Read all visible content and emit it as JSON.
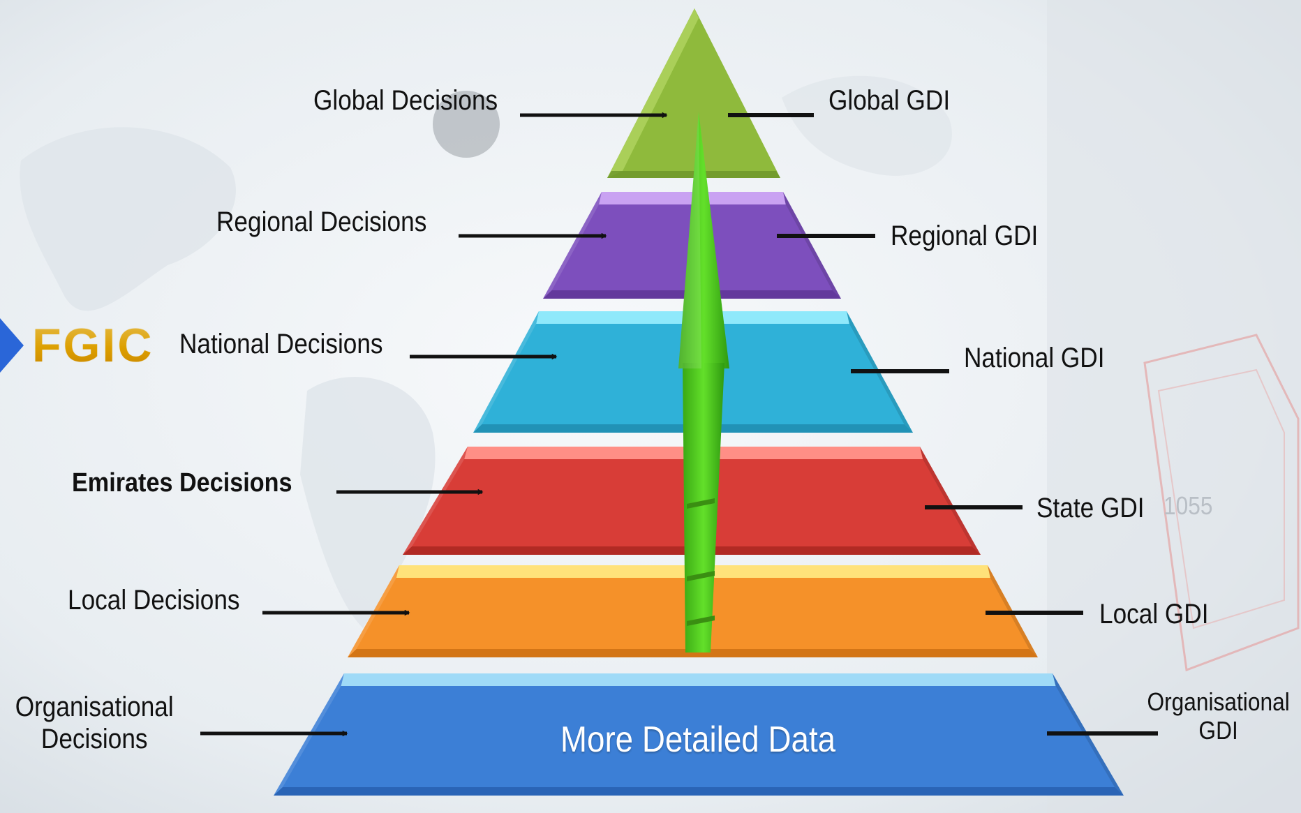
{
  "highlight": {
    "label": "FGIC",
    "color": "#f2b400",
    "marker_color": "#2a66d8"
  },
  "levels": [
    {
      "id": "global",
      "left": "Global Decisions",
      "right": "Global GDI",
      "color": "#8fba3c",
      "light": "#b5d865",
      "dark": "#6c9529"
    },
    {
      "id": "regional",
      "left": "Regional Decisions",
      "right": "Regional GDI",
      "color": "#7d4fbd",
      "light": "#c9a2f2",
      "dark": "#5e3596"
    },
    {
      "id": "national",
      "left": "National Decisions",
      "right": "National GDI",
      "color": "#2fb1d8",
      "light": "#8fe9fb",
      "dark": "#1f8db0"
    },
    {
      "id": "emirates",
      "left": "Emirates Decisions",
      "right": "State GDI",
      "color": "#d83d37",
      "light": "#ff8f86",
      "dark": "#aa2721"
    },
    {
      "id": "local",
      "left": "Local Decisions",
      "right": "Local GDI",
      "color": "#f59129",
      "light": "#ffe27a",
      "dark": "#cc7013"
    },
    {
      "id": "organisational",
      "left": "Organisational\nDecisions",
      "right": "Organisational\nGDI",
      "color": "#3c7fd6",
      "light": "#9fdaf7",
      "dark": "#275fb0",
      "center": "More Detailed Data"
    }
  ],
  "ghost_number": "1055",
  "arrow_color": "#4fcf1c",
  "arrow_dark": "#3a8e12"
}
